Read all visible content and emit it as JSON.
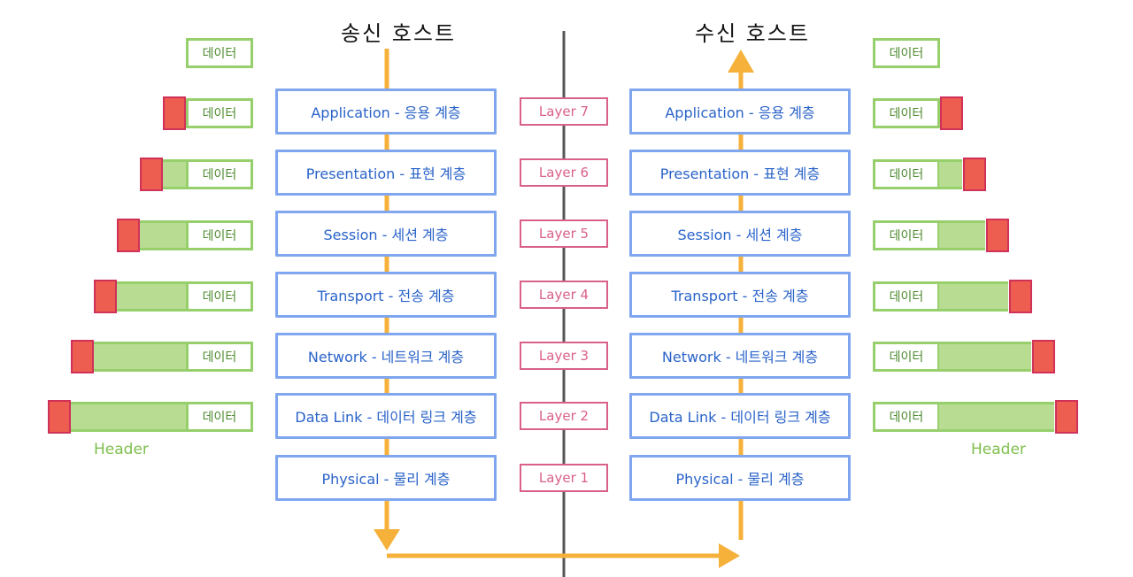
{
  "sender": {
    "title": "송신 호스트"
  },
  "receiver": {
    "title": "수신 호스트"
  },
  "layers": [
    {
      "name": "Application - 응용 계층",
      "tag": "Layer 7"
    },
    {
      "name": "Presentation - 표현 계층",
      "tag": "Layer 6"
    },
    {
      "name": "Session - 세션 계층",
      "tag": "Layer 5"
    },
    {
      "name": "Transport - 전송 계층",
      "tag": "Layer 4"
    },
    {
      "name": "Network - 네트워크 계층",
      "tag": "Layer 3"
    },
    {
      "name": "Data Link - 데이터 링크 계층",
      "tag": "Layer 2"
    },
    {
      "name": "Physical - 물리 계층",
      "tag": "Layer 1"
    }
  ],
  "packet": {
    "data_label": "데이터",
    "header_label": "Header"
  },
  "colors": {
    "layer_border": "#7fa6ee",
    "layer_text": "#2a63c9",
    "tag": "#d9608a",
    "arrow": "#f5b13a",
    "data_border": "#97cf6c",
    "header_fill": "#ee5e50",
    "divider": "#555555"
  }
}
